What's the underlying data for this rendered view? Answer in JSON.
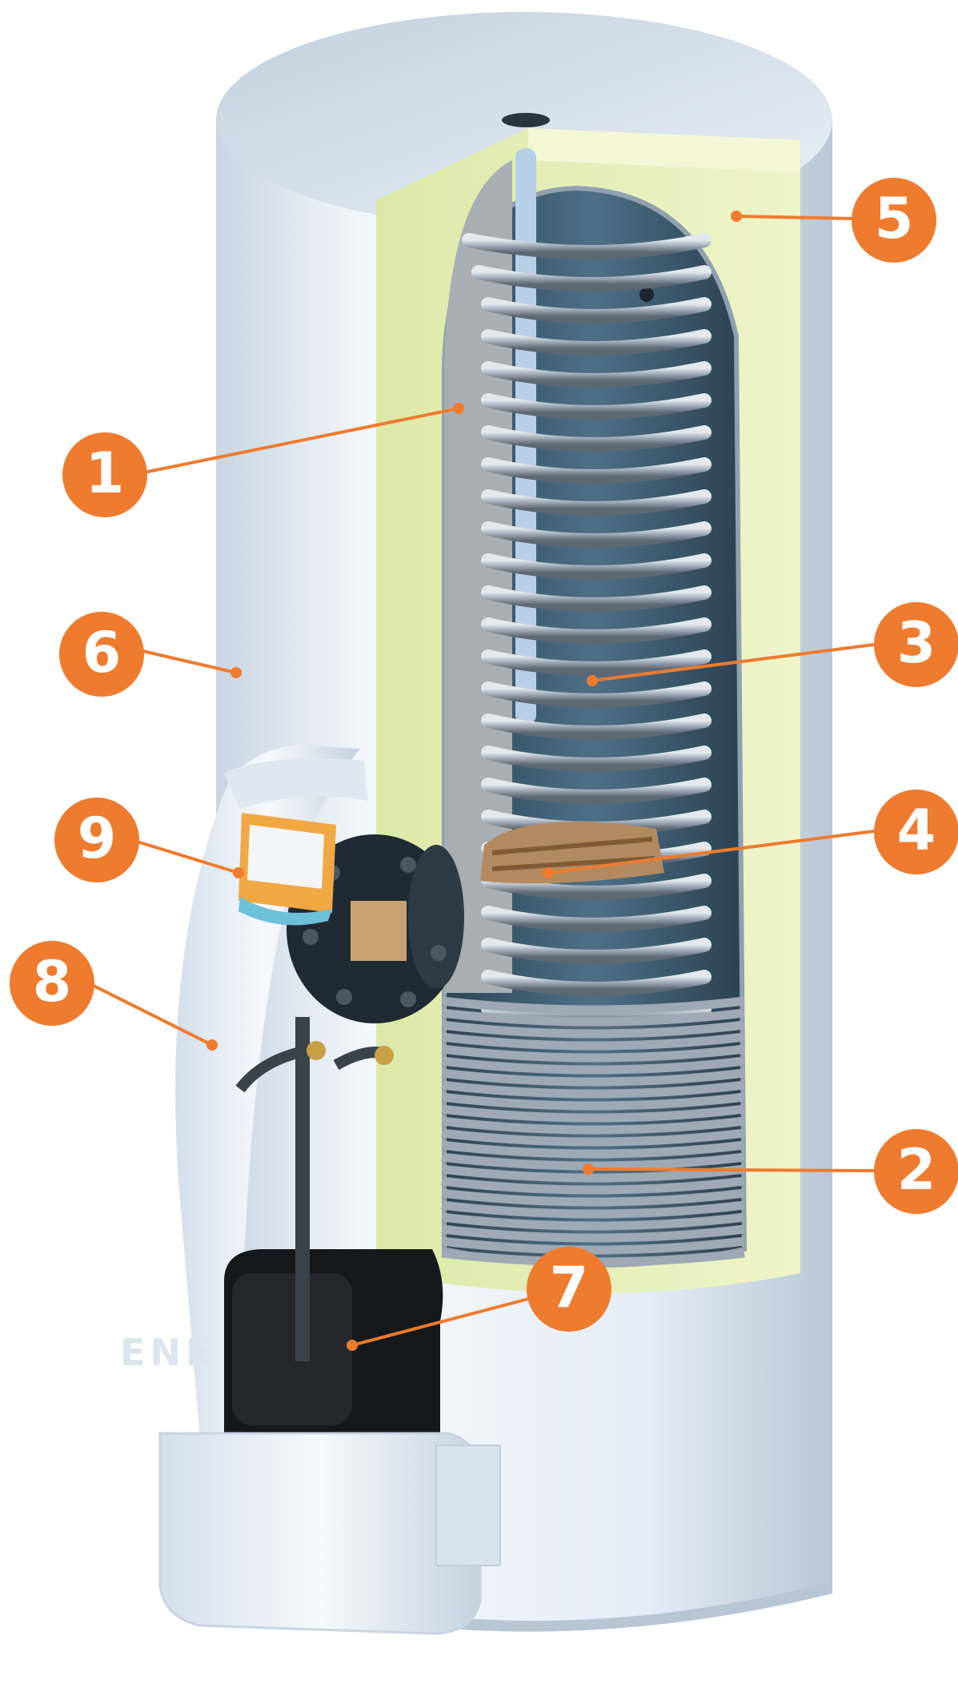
{
  "callouts": {
    "c1": "1",
    "c2": "2",
    "c3": "3",
    "c4": "4",
    "c5": "5",
    "c6": "6",
    "c7": "7",
    "c8": "8",
    "c9": "9"
  },
  "colors": {
    "callout": "#ee7b2e",
    "leader": "#ee7b2e",
    "casing": "#e8f0f8",
    "insulation": "#e6efb8",
    "tank_interior": "#3d5a6e",
    "coil": "#aab4bf"
  }
}
